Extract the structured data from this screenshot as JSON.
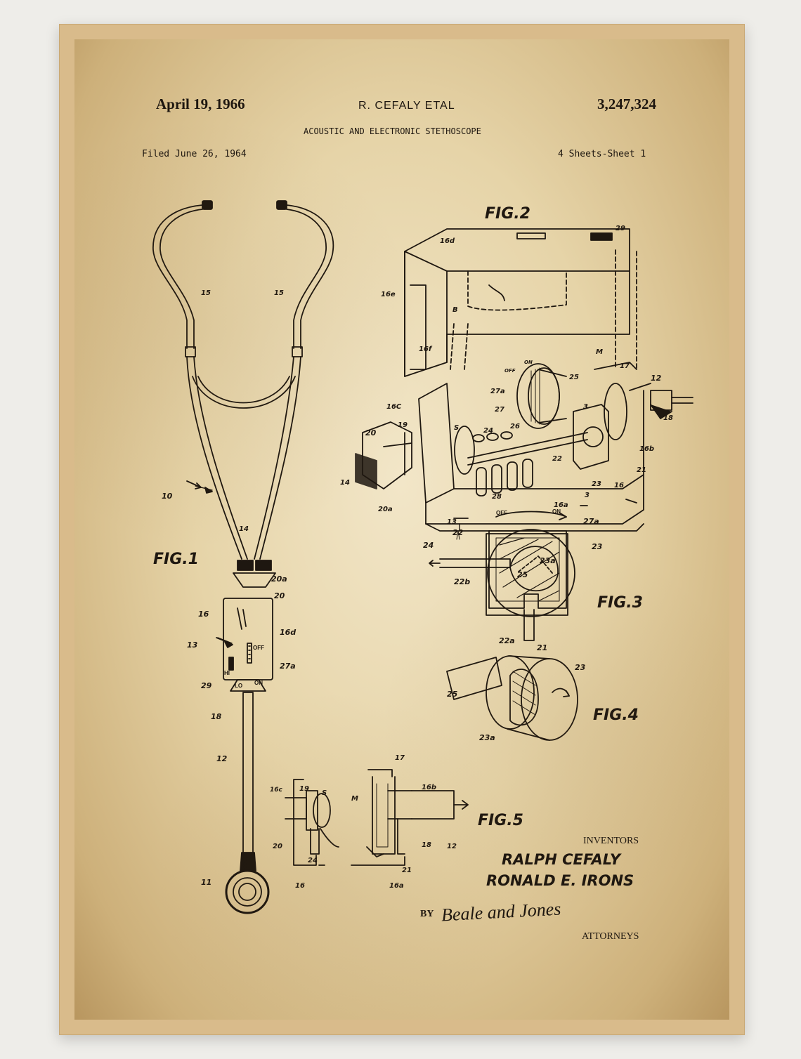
{
  "header": {
    "date": "April 19, 1966",
    "inventor_short": "R. CEFALY ETAL",
    "patent_number": "3,247,324",
    "title": "ACOUSTIC AND ELECTRONIC STETHOSCOPE",
    "filed": "Filed June 26, 1964",
    "sheets": "4 Sheets-Sheet 1"
  },
  "figures": {
    "fig1": "FIG.1",
    "fig2": "FIG.2",
    "fig3": "FIG.3",
    "fig4": "FIG.4",
    "fig5": "FIG.5"
  },
  "labels": {
    "l15a": "15",
    "l15b": "15",
    "l10": "10",
    "l14": "14",
    "l20a": "20a",
    "l20": "20",
    "l16": "16",
    "l16d": "16d",
    "l13": "13",
    "lOFF": "OFF",
    "lON": "ON",
    "l27a": "27a",
    "lHI": "HI",
    "lLO": "LO",
    "l29": "29",
    "l18": "18",
    "l12": "12",
    "l11": "11",
    "f2_16d": "16d",
    "f2_29": "29",
    "f2_16e": "16e",
    "f2_B": "B",
    "f2_16f": "16f",
    "f2_M": "M",
    "f2_17": "17",
    "f2_12": "12",
    "f2_25": "25",
    "f2_27a": "27a",
    "f2_27": "27",
    "f2_3": "3",
    "f2_18": "18",
    "f2_16C": "16C",
    "f2_19": "19",
    "f2_S": "S",
    "f2_24": "24",
    "f2_26": "26",
    "f2_20": "20",
    "f2_16b": "16b",
    "f2_22": "22",
    "f2_21": "21",
    "f2_14": "14",
    "f2_23": "23",
    "f2_16": "16",
    "f2_28": "28",
    "f2_16a": "16a",
    "f2_3b": "3",
    "f2_20a": "20a",
    "f2_13": "13",
    "f2_off": "OFF",
    "f2_on": "ON",
    "f3_off": "OFF",
    "f3_on": "ON",
    "f3_22": "22",
    "f3_27a": "27a",
    "f3_24": "24",
    "f3_23": "23",
    "f3_23a": "23a",
    "f3_25": "25",
    "f3_22b": "22b",
    "f3_22a": "22a",
    "f3_21": "21",
    "f4_23": "23",
    "f4_25": "25",
    "f4_23a": "23a",
    "f5_17": "17",
    "f5_16c": "16c",
    "f5_19": "19",
    "f5_S": "S",
    "f5_M": "M",
    "f5_16b": "16b",
    "f5_20": "20",
    "f5_24": "24",
    "f5_18": "18",
    "f5_12": "12",
    "f5_21": "21",
    "f5_16": "16",
    "f5_16a": "16a"
  },
  "footer": {
    "inventors_heading": "INVENTORS",
    "inventor1": "RALPH CEFALY",
    "inventor2": "RONALD E. IRONS",
    "by": "BY",
    "signature": "Beale and Jones",
    "attorneys": "ATTORNEYS"
  },
  "colors": {
    "ink": "#1e1710",
    "paper": "#f2e6c8",
    "frame": "#d9bb8b"
  }
}
